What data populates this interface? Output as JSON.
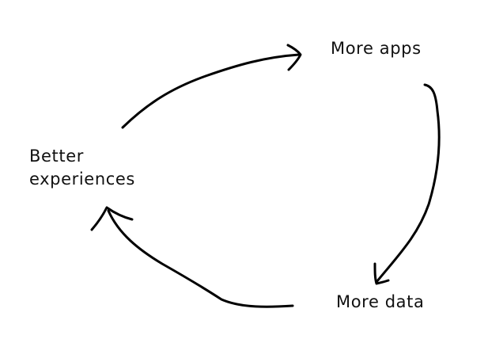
{
  "diagram": {
    "type": "cycle",
    "nodes": [
      {
        "id": "more-apps",
        "label": "More apps"
      },
      {
        "id": "more-data",
        "label": "More data"
      },
      {
        "id": "better-experiences",
        "label_lines": [
          "Better",
          "experiences"
        ]
      }
    ],
    "edges": [
      {
        "from": "better-experiences",
        "to": "more-apps"
      },
      {
        "from": "more-apps",
        "to": "more-data"
      },
      {
        "from": "more-data",
        "to": "better-experiences"
      }
    ],
    "colors": {
      "background": "#ffffff",
      "ink": "#000000"
    },
    "style": "hand-drawn"
  }
}
